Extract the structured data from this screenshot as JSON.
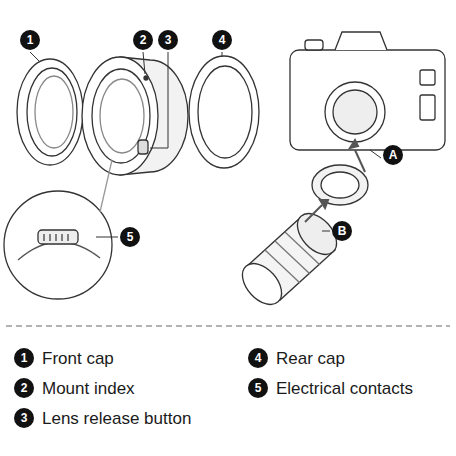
{
  "diagram": {
    "nodes": [
      {
        "text": [
          "1"
        ]
      },
      {
        "text": [
          "2"
        ]
      },
      {
        "text": [
          "3"
        ]
      },
      {
        "text": [
          "4"
        ]
      },
      {
        "text": [
          "A"
        ]
      },
      {
        "text": [
          "5"
        ]
      },
      {
        "text": [
          "B"
        ]
      },
      {
        "text": [
          "1"
        ]
      },
      {
        "text": [
          "4"
        ]
      },
      {
        "text": [
          "2"
        ]
      },
      {
        "text": [
          "5"
        ]
      },
      {
        "text": [
          "3"
        ]
      }
    ],
    "labels": [
      "Front cap",
      "Rear cap",
      "Mount index",
      "Electrical contacts",
      "Lens release button"
    ]
  }
}
